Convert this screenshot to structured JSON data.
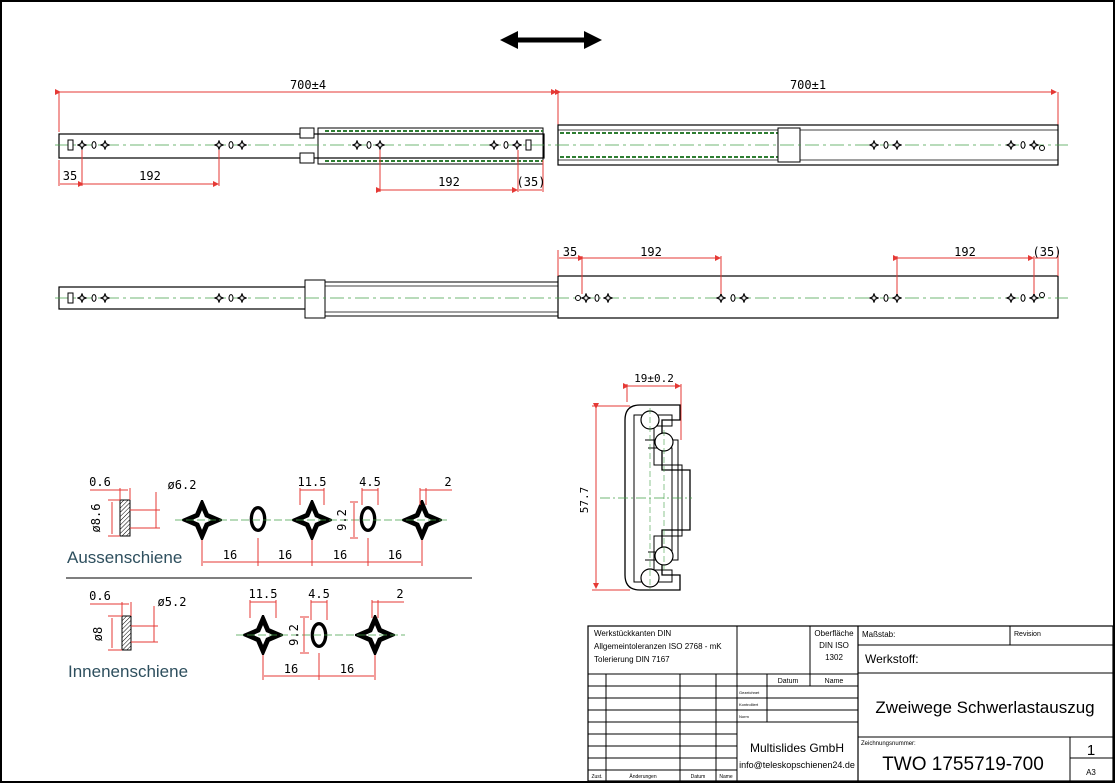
{
  "drawing": {
    "top_view": {
      "dim_left": "700±4",
      "dim_right": "700±1",
      "dim_35": "35",
      "dim_192_a": "192",
      "dim_192_b": "192",
      "dim_35_ref": "(35)"
    },
    "bottom_view": {
      "dim_35": "35",
      "dim_192_a": "192",
      "dim_192_b": "192",
      "dim_35_ref": "(35)"
    },
    "section": {
      "width": "19±0.2",
      "height": "57.7"
    },
    "outer_rail": {
      "label": "Aussenschiene",
      "thickness": "0.6",
      "dia_outer": "ø6.2",
      "dia_hole": "ø8.6",
      "d_11_5": "11.5",
      "d_4_5": "4.5",
      "d_9_2": "9.2",
      "d_2": "2",
      "pitches": [
        "16",
        "16",
        "16",
        "16"
      ]
    },
    "inner_rail": {
      "label": "Innenenschiene",
      "thickness": "0.6",
      "dia_outer": "ø5.2",
      "dia_hole": "ø8",
      "d_11_5": "11.5",
      "d_4_5": "4.5",
      "d_9_2": "9.2",
      "d_2": "2",
      "pitches": [
        "16",
        "16"
      ]
    }
  },
  "title_block": {
    "notes": [
      "Werkstückkanten DIN",
      "Allgemeintoleranzen ISO 2768 - mK",
      "Tolerierung DIN 7167"
    ],
    "surface_lines": [
      "Oberfläche",
      "DIN ISO",
      "1302"
    ],
    "datum": "Datum",
    "name": "Name",
    "rows": [
      "Gezeichnet",
      "Kontrolliert",
      "Norm"
    ],
    "rev_headers": [
      "Zust.",
      "Änderungen",
      "Datum",
      "Name"
    ],
    "scale_label": "Maßstab:",
    "revision_label": "Revision",
    "material_label": "Werkstoff:",
    "title": "Zweiwege Schwerlastauszug",
    "company": "Multislides GmbH",
    "email": "info@teleskopschienen24.de",
    "drawing_no_label": "Zeichnungsnummer:",
    "drawing_no": "TWO 1755719-700",
    "sheet_no": "1",
    "format": "A3"
  }
}
